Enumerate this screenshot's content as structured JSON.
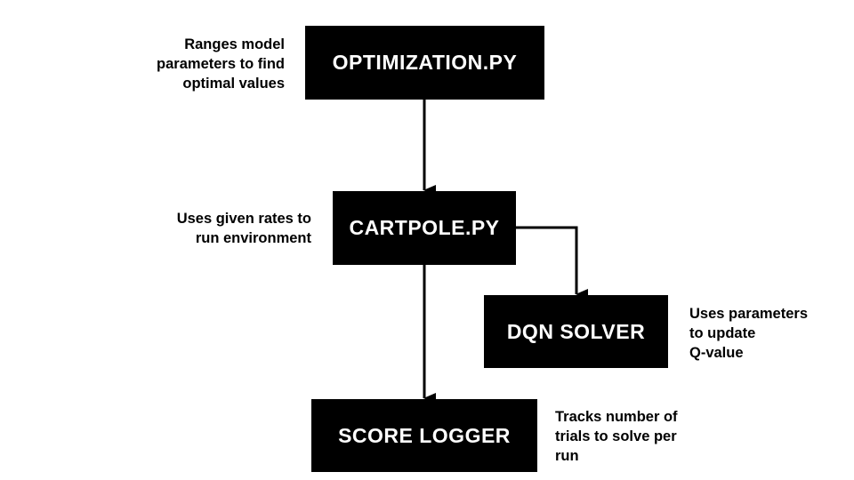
{
  "nodes": {
    "optimization": "OPTIMIZATION.PY",
    "cartpole": "CARTPOLE.PY",
    "dqn": "DQN SOLVER",
    "logger": "SCORE LOGGER"
  },
  "notes": {
    "optimization": [
      "Ranges model",
      "parameters to find",
      "optimal values"
    ],
    "cartpole": [
      "Uses given rates to",
      "run environment"
    ],
    "dqn": [
      "Uses parameters",
      "to update",
      "Q-value"
    ],
    "logger": [
      "Tracks number of",
      "trials to solve per",
      "run"
    ]
  },
  "colors": {
    "box": "#000000",
    "text": "#ffffff",
    "line": "#000000"
  }
}
